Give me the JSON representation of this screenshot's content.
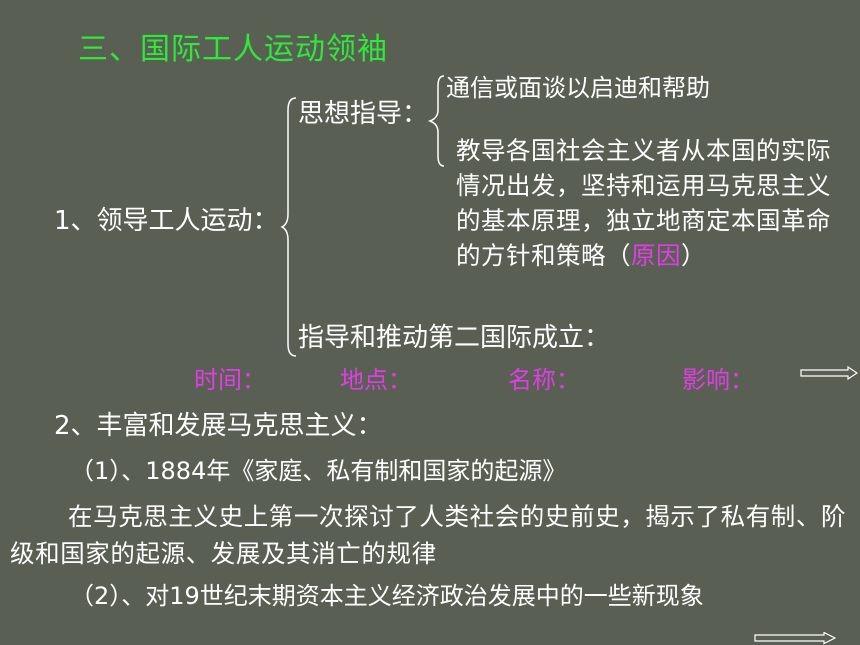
{
  "slide": {
    "title": "三、国际工人运动领袖",
    "section1_label": "1、领导工人运动：",
    "guidance_label": "思想指导：",
    "guidance_item1": "通信或面谈以启迪和帮助",
    "guidance_item2_text": "教导各国社会主义者从本国的实际情况出发，坚持和运用马克思主义的基本原理，独立地商定本国革命的方针和策略",
    "guidance_item2_paren_open": "（",
    "guidance_item2_reason": "原因",
    "guidance_item2_paren_close": "）",
    "second_intl_label": "指导和推动第二国际成立：",
    "fields": {
      "time": "时间：",
      "place": "地点：",
      "name": "名称：",
      "impact": "影响："
    },
    "section2_label": "2、丰富和发展马克思主义：",
    "item1": "（1）、1884年《家庭、私有制和国家的起源》",
    "item1_desc": "在马克思主义史上第一次探讨了人类社会的史前史，揭示了私有制、阶级和国家的起源、发展及其消亡的规律",
    "item2": "（2）、对19世纪末期资本主义经济政治发展中的一些新现象"
  },
  "colors": {
    "background": "#5a5f54",
    "title": "#2ee83a",
    "text": "#ffffff",
    "highlight": "#e13de6"
  }
}
